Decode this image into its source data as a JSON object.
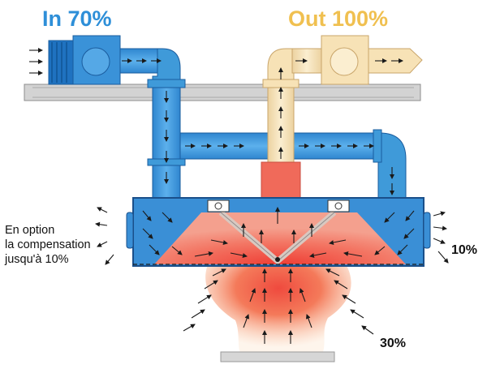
{
  "labels": {
    "intake": "In 70%",
    "exhaust": "Out 100%",
    "compensation_note_line1": "En option",
    "compensation_note_line2": "la compensation",
    "compensation_note_line3": "jusqu'à 10%",
    "side_inflow": "10%",
    "bottom_inflow": "30%"
  },
  "colors": {
    "intake_blue": "#2e8fd8",
    "duct_blue": "#3f9ad9",
    "exhaust_cream": "#f7e2b6",
    "exhaust_title": "#f0c050",
    "heat_red": "#ef5a4a",
    "heat_orange": "#f8a878",
    "ceiling_grey": "#d3d3d3",
    "arrow_dark": "#1a1a1a"
  },
  "icons": [
    "arrow-icon",
    "fan-icon",
    "light-fixture-icon"
  ]
}
